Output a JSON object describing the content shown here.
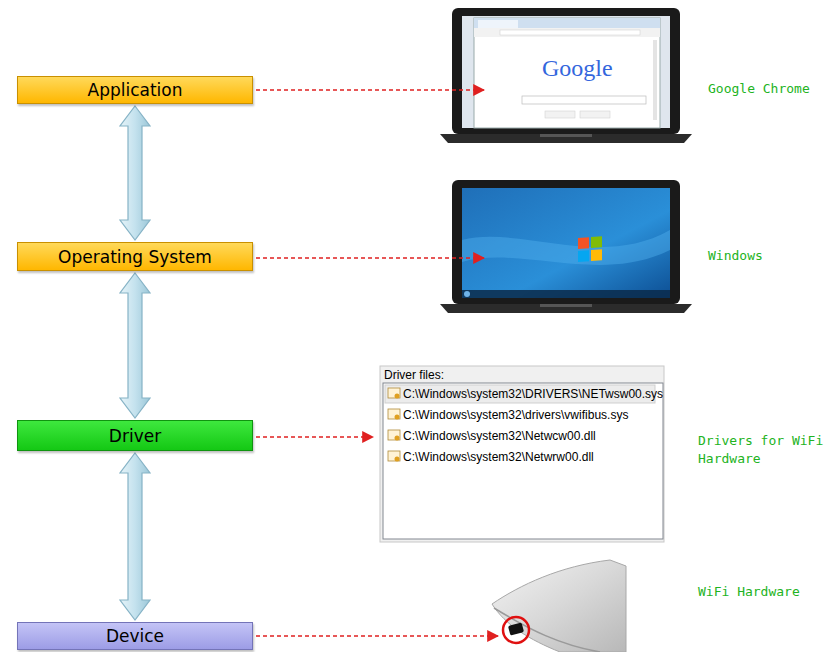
{
  "diagram": {
    "nodes": [
      {
        "text": [
          "Application"
        ]
      },
      {
        "text": [
          "Operating System"
        ]
      },
      {
        "text": [
          "Driver"
        ]
      },
      {
        "text": [
          "Device"
        ]
      }
    ],
    "edges": [
      {
        "from": 0,
        "to": 1,
        "arrow": "both"
      },
      {
        "from": 1,
        "to": 2,
        "arrow": "both"
      },
      {
        "from": 2,
        "to": 3,
        "arrow": "both"
      }
    ],
    "labels": [
      "Google",
      "Google Chrome",
      "Windows",
      "Driver files:",
      "C:\\Windows\\system32\\DRIVERS\\NETwsw00.sys",
      "C:\\Windows\\system32\\drivers\\vwifibus.sys",
      "C:\\Windows\\system32\\Netwcw00.dll",
      "C:\\Windows\\system32\\Netwrw00.dll",
      "Drivers for WiFi Hardware",
      "WiFi Hardware"
    ]
  }
}
